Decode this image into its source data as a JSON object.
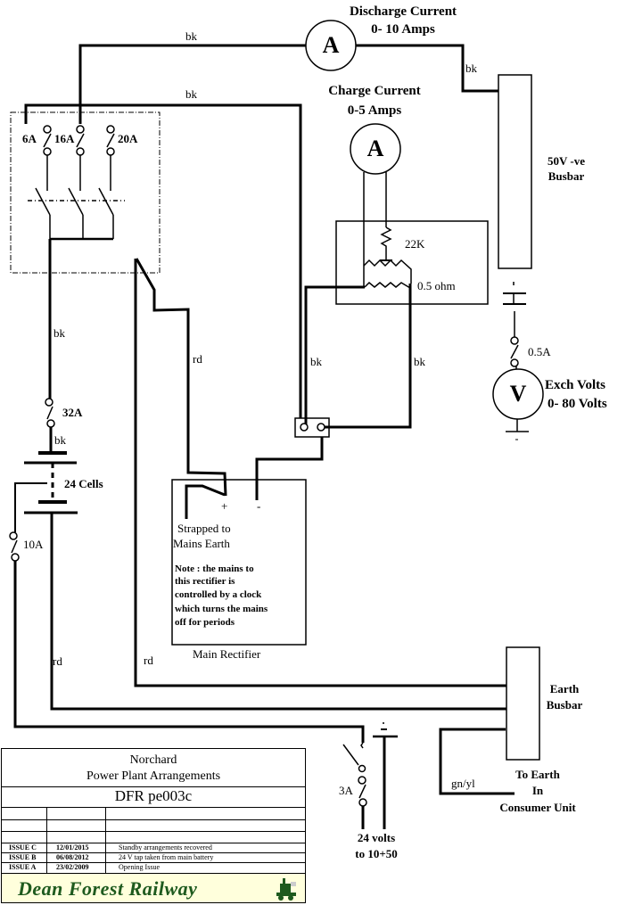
{
  "diagram": {
    "wire_colors": {
      "bk": "bk",
      "rd": "rd",
      "gn_yl": "gn/yl"
    },
    "meters": {
      "discharge": {
        "symbol": "A",
        "title": "Discharge Current",
        "range": "0- 10 Amps"
      },
      "charge": {
        "symbol": "A",
        "title": "Charge Current",
        "range": "0-5 Amps"
      },
      "exch": {
        "symbol": "V",
        "title": "Exch Volts",
        "range": "0- 80 Volts"
      }
    },
    "busbars": {
      "negative": {
        "line1": "50V -ve",
        "line2": "Busbar"
      },
      "earth": {
        "line1": "Earth",
        "line2": "Busbar"
      }
    },
    "fuses": {
      "f6": "6A",
      "f16": "16A",
      "f20": "20A",
      "f32": "32A",
      "f10": "10A",
      "f05": "0.5A",
      "f3": "3A"
    },
    "resistors": {
      "r22k": "22K",
      "shunt": "0.5 ohm"
    },
    "battery": {
      "label": "24 Cells"
    },
    "rectifier": {
      "plus": "+",
      "minus": "-",
      "strapped": [
        "Strapped to",
        "Mains Earth"
      ],
      "note": [
        "Note : the mains to",
        "this rectifier is",
        "controlled by a clock",
        "which turns the mains",
        "off for periods"
      ],
      "caption": "Main Rectifier"
    },
    "earth_dest": [
      "To Earth",
      "In",
      "Consumer Unit"
    ],
    "tap": [
      "24 volts",
      "to 10+50"
    ],
    "earth_minus": "-"
  },
  "title_block": {
    "location": "Norchard",
    "title": "Power Plant Arrangements",
    "drawing_no": "DFR pe003c",
    "issues": [
      {
        "issue": "ISSUE C",
        "date": "12/01/2015",
        "desc": "Standby arrangements recovered"
      },
      {
        "issue": "ISSUE B",
        "date": "06/08/2012",
        "desc": "24 V tap taken from main battery"
      },
      {
        "issue": "ISSUE A",
        "date": "23/02/2009",
        "desc": "Opening Issue"
      }
    ],
    "company": "Dean Forest Railway",
    "brand_color": "#1e5a1e",
    "logo": "locomotive-icon"
  }
}
